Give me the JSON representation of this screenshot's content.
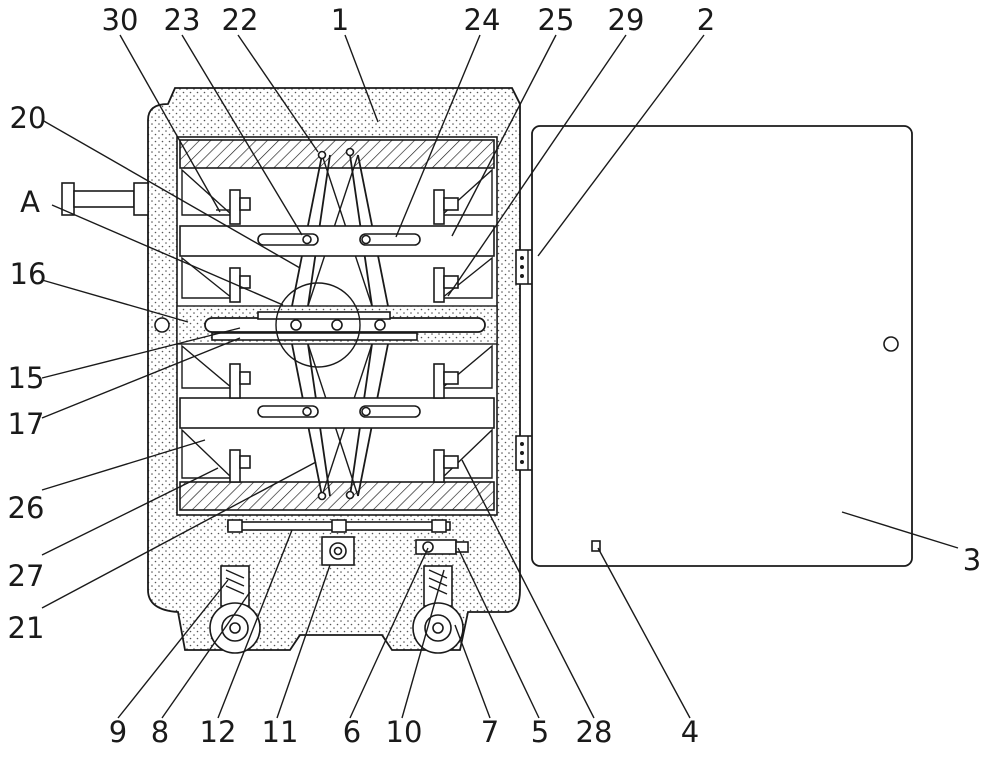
{
  "diagram": {
    "labels": {
      "top": [
        "30",
        "23",
        "22",
        "1",
        "24",
        "25",
        "29",
        "2"
      ],
      "left": [
        "20",
        "A",
        "16",
        "15",
        "17",
        "26",
        "27",
        "21"
      ],
      "bottom": [
        "9",
        "8",
        "12",
        "11",
        "6",
        "10",
        "7",
        "5",
        "28",
        "4"
      ],
      "right": [
        "3"
      ]
    }
  }
}
